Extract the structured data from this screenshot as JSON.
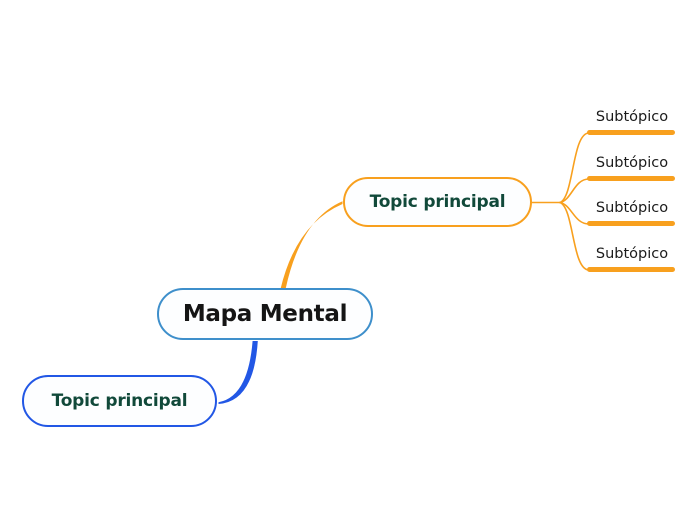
{
  "colors": {
    "background": "#ffffff",
    "orange": "#F8A01E",
    "sky_blue": "#3E8FCB",
    "royal_blue": "#2257E5",
    "dark_green": "#11493A",
    "near_black": "#151515",
    "subtopic_text": "#1b1b1b",
    "node_fill": "#fdfeff"
  },
  "root": {
    "label": "Mapa Mental"
  },
  "topics": [
    {
      "label": "Topic principal",
      "side": "top-right",
      "color": "#F8A01E"
    },
    {
      "label": "Topic principal",
      "side": "bottom-left",
      "color": "#2257E5"
    }
  ],
  "subtopics": [
    {
      "label": "Subtópico"
    },
    {
      "label": "Subtópico"
    },
    {
      "label": "Subtópico"
    },
    {
      "label": "Subtópico"
    }
  ]
}
